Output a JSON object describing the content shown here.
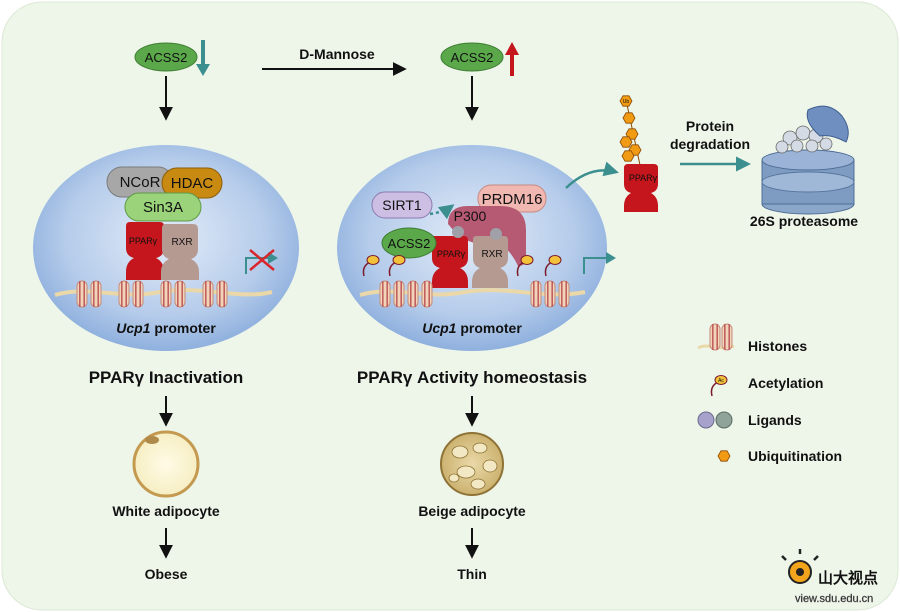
{
  "left": {
    "acss2": "ACSS2",
    "ncor": "NCoR",
    "hdac": "HDAC",
    "sin3a": "Sin3A",
    "ppar": "PPARγ",
    "rxr": "RXR",
    "promoter_gene": "Ucp1",
    "promoter_word": " promoter",
    "state": "PPARγ Inactivation",
    "cell": "White adipocyte",
    "outcome": "Obese"
  },
  "middle": {
    "treatment": "D-Mannose",
    "acss2": "ACSS2",
    "sirt1": "SIRT1",
    "prdm16": "PRDM16",
    "p300": "P300",
    "acss2_bound": "ACSS2",
    "ppar": "PPARγ",
    "rxr": "RXR",
    "promoter_gene": "Ucp1",
    "promoter_word": " promoter",
    "state": "PPARγ Activity homeostasis",
    "cell": "Beige adipocyte",
    "outcome": "Thin"
  },
  "right": {
    "ub": "Ub",
    "ppar": "PPARγ",
    "degradation_line1": "Protein",
    "degradation_line2": "degradation",
    "proteasome": "26S proteasome"
  },
  "legend": {
    "histones": "Histones",
    "acetylation": "Acetylation",
    "acetyl_tag": "Ac",
    "ligands": "Ligands",
    "ubiquitination": "Ubiquitination"
  },
  "watermark": {
    "brand": "山大视点",
    "url": "view.sdu.edu.cn"
  },
  "colors": {
    "background": "#eef6ea",
    "nucleus": "#a9c4e8",
    "acss2": "#5aa84a",
    "ppar": "#c4161c",
    "rxr": "#b59a92",
    "hdac": "#c98a12",
    "ncor": "#a7a7a7",
    "sin3a": "#9bd37a",
    "sirt1": "#cdbfe3",
    "prdm16": "#f1b7b1",
    "p300": "#b65a74",
    "arrow_teal": "#3c8f8f",
    "arrow_up": "#c4161c",
    "inactive_cross": "#d9262c"
  }
}
